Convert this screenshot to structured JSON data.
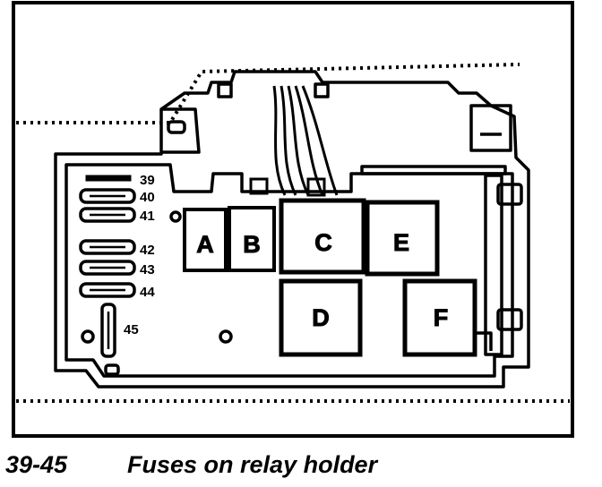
{
  "figure": {
    "number": "39-45",
    "title": "Fuses on relay holder"
  },
  "relays": [
    {
      "id": "A",
      "label": "A"
    },
    {
      "id": "B",
      "label": "B"
    },
    {
      "id": "C",
      "label": "C"
    },
    {
      "id": "D",
      "label": "D"
    },
    {
      "id": "E",
      "label": "E"
    },
    {
      "id": "F",
      "label": "F"
    }
  ],
  "fuses": [
    {
      "id": "39",
      "label": "39"
    },
    {
      "id": "40",
      "label": "40"
    },
    {
      "id": "41",
      "label": "41"
    },
    {
      "id": "42",
      "label": "42"
    },
    {
      "id": "43",
      "label": "43"
    },
    {
      "id": "44",
      "label": "44"
    },
    {
      "id": "45",
      "label": "45"
    }
  ]
}
